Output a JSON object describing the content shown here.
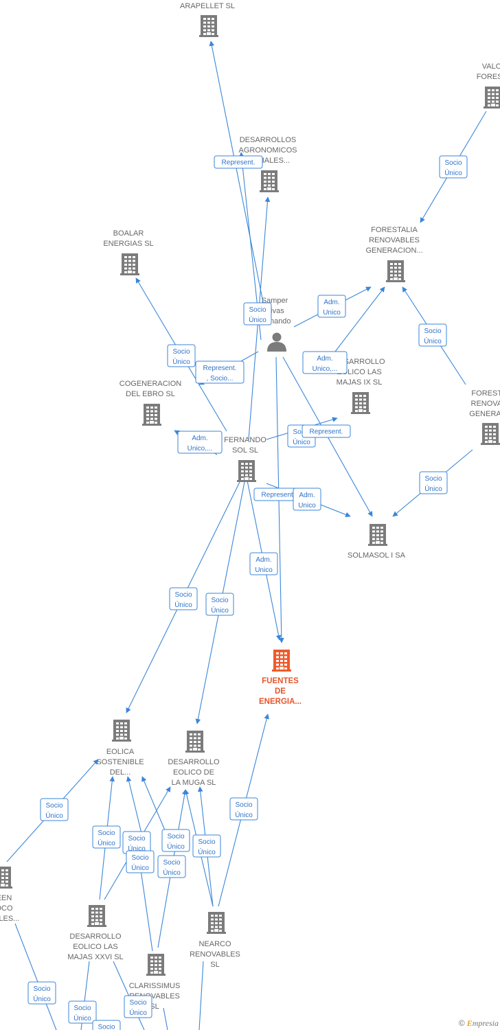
{
  "nodes": [
    {
      "id": "arapellet",
      "kind": "company",
      "label": [
        "ARAPELLET  SL"
      ]
    },
    {
      "id": "valo",
      "kind": "company",
      "label": [
        "VALO",
        "FOREST"
      ]
    },
    {
      "id": "desagro",
      "kind": "company",
      "label": [
        "DESARROLLOS",
        "AGRONOMICOS",
        "...TRIALES..."
      ]
    },
    {
      "id": "forestalia",
      "kind": "company",
      "label": [
        "FORESTALIA",
        "RENOVABLES",
        "GENERACION..."
      ]
    },
    {
      "id": "boalar",
      "kind": "company",
      "label": [
        "BOALAR",
        "ENERGIAS  SL"
      ]
    },
    {
      "id": "samper",
      "kind": "person",
      "label": [
        "Samper",
        "Rivas",
        "Fernando"
      ]
    },
    {
      "id": "cogen",
      "kind": "company",
      "label": [
        "COGENERACION",
        "DEL EBRO  SL"
      ]
    },
    {
      "id": "desmajas9",
      "kind": "company",
      "label": [
        "DESARROLLO",
        "EOLICO LAS",
        "MAJAS IX  SL"
      ]
    },
    {
      "id": "foresta2",
      "kind": "company",
      "label": [
        "FORESTA",
        "RENOVAB",
        "GENERACI"
      ]
    },
    {
      "id": "fernando",
      "kind": "company",
      "label": [
        "FERNANDO",
        "SOL SL"
      ]
    },
    {
      "id": "solmasol",
      "kind": "company",
      "label": [
        "SOLMASOL I SA"
      ]
    },
    {
      "id": "fuentes",
      "kind": "focus",
      "label": [
        "FUENTES",
        "DE",
        "ENERGIA..."
      ]
    },
    {
      "id": "eolsost",
      "kind": "company",
      "label": [
        "EOLICA",
        "SOSTENIBLE",
        "DEL..."
      ]
    },
    {
      "id": "desmuga",
      "kind": "company",
      "label": [
        "DESARROLLO",
        "EOLICO DE",
        "LA MUGA SL"
      ]
    },
    {
      "id": "green",
      "kind": "company",
      "label": [
        "EEN",
        "OCO",
        "ABLES..."
      ]
    },
    {
      "id": "desmajas26",
      "kind": "company",
      "label": [
        "DESARROLLO",
        "EOLICO LAS",
        "MAJAS XXVI  SL"
      ]
    },
    {
      "id": "nearco",
      "kind": "company",
      "label": [
        "NEARCO",
        "RENOVABLES",
        "SL"
      ]
    },
    {
      "id": "clarissimus",
      "kind": "company",
      "label": [
        "CLARISSIMUS",
        "RENOVABLES",
        "SL"
      ]
    }
  ],
  "tags": [
    {
      "id": "t1",
      "lines": [
        "Represent."
      ]
    },
    {
      "id": "t2",
      "lines": [
        "Socio",
        "Único"
      ]
    },
    {
      "id": "t3",
      "lines": [
        "Adm.",
        "Unico"
      ]
    },
    {
      "id": "t4",
      "lines": [
        "Socio",
        "Único"
      ]
    },
    {
      "id": "t5",
      "lines": [
        "Socio",
        "Único"
      ]
    },
    {
      "id": "t6",
      "lines": [
        "Socio",
        "Único"
      ]
    },
    {
      "id": "t7",
      "lines": [
        "Represent.",
        ", Socio..."
      ]
    },
    {
      "id": "t8",
      "lines": [
        "Adm.",
        "Unico,..."
      ]
    },
    {
      "id": "t9",
      "lines": [
        "Adm.",
        "Unico,..."
      ]
    },
    {
      "id": "t10",
      "lines": [
        "Socio",
        "Único"
      ]
    },
    {
      "id": "t11",
      "lines": [
        "Represent."
      ]
    },
    {
      "id": "t12",
      "lines": [
        "Socio",
        "Único"
      ]
    },
    {
      "id": "t13",
      "lines": [
        "Represent."
      ]
    },
    {
      "id": "t14",
      "lines": [
        "Adm.",
        "Unico"
      ]
    },
    {
      "id": "t15",
      "lines": [
        "Adm.",
        "Unico"
      ]
    },
    {
      "id": "t16",
      "lines": [
        "Socio",
        "Único"
      ]
    },
    {
      "id": "t17",
      "lines": [
        "Socio",
        "Único"
      ]
    },
    {
      "id": "t18",
      "lines": [
        "Socio",
        "Único"
      ]
    },
    {
      "id": "t19",
      "lines": [
        "Socio",
        "Único"
      ]
    },
    {
      "id": "t20",
      "lines": [
        "Socio",
        "Único"
      ]
    },
    {
      "id": "t21",
      "lines": [
        "Socio",
        "Único"
      ]
    },
    {
      "id": "t22",
      "lines": [
        "Socio",
        "Único"
      ]
    },
    {
      "id": "t23",
      "lines": [
        "Socio",
        "Único"
      ]
    },
    {
      "id": "t24",
      "lines": [
        "Socio",
        "Único"
      ]
    },
    {
      "id": "t25",
      "lines": [
        "Socio",
        "Único"
      ]
    },
    {
      "id": "t26",
      "lines": [
        "Socio",
        "Único"
      ]
    },
    {
      "id": "t27",
      "lines": [
        "Socio",
        "Único"
      ]
    },
    {
      "id": "t28",
      "lines": [
        "Socio",
        "Único"
      ]
    },
    {
      "id": "t29",
      "lines": [
        "Socio"
      ]
    }
  ],
  "brand": {
    "copyright": "©",
    "initial": "E",
    "name": "mpresia"
  },
  "colors": {
    "edge": "#3a86d8",
    "node": "#7b7b7b",
    "focus": "#ef5a2a",
    "label": "#666666"
  }
}
